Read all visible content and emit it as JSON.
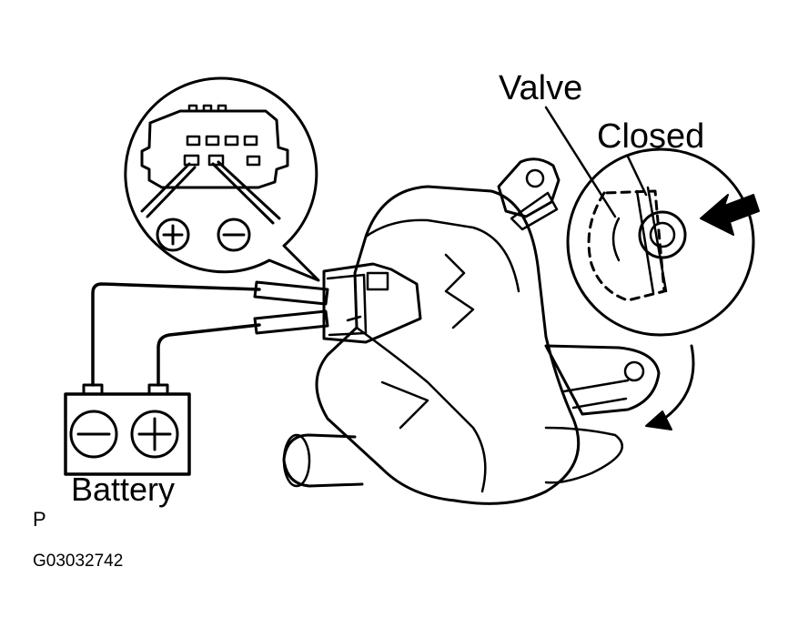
{
  "labels": {
    "valve": "Valve",
    "closed": "Closed",
    "battery": "Battery",
    "page_marker": "P",
    "figure_code": "G03032742"
  },
  "icons": {
    "positive": "plus-sign",
    "negative": "minus-sign",
    "direction": "arrow"
  },
  "colors": {
    "line": "#000000",
    "background": "#ffffff"
  }
}
